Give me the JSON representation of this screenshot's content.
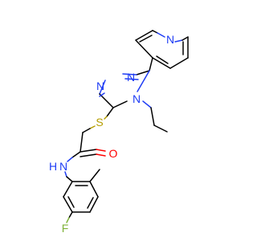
{
  "molecule": {
    "atoms": {
      "n_pyridine": "N",
      "n_triazole_top": "N",
      "n_triazole_left": "N",
      "n_triazole_ethyl": "N",
      "s_thioether": "S",
      "o_carbonyl": "O",
      "n_amide": "N",
      "h_amide": "H",
      "f_fluoro": "F"
    }
  },
  "colors": {
    "nitrogen": "#1f3df5",
    "sulfur": "#b59d00",
    "oxygen": "#ff0000",
    "fluorine": "#7fb33a",
    "carbon": "#000000",
    "background": "#ffffff"
  }
}
